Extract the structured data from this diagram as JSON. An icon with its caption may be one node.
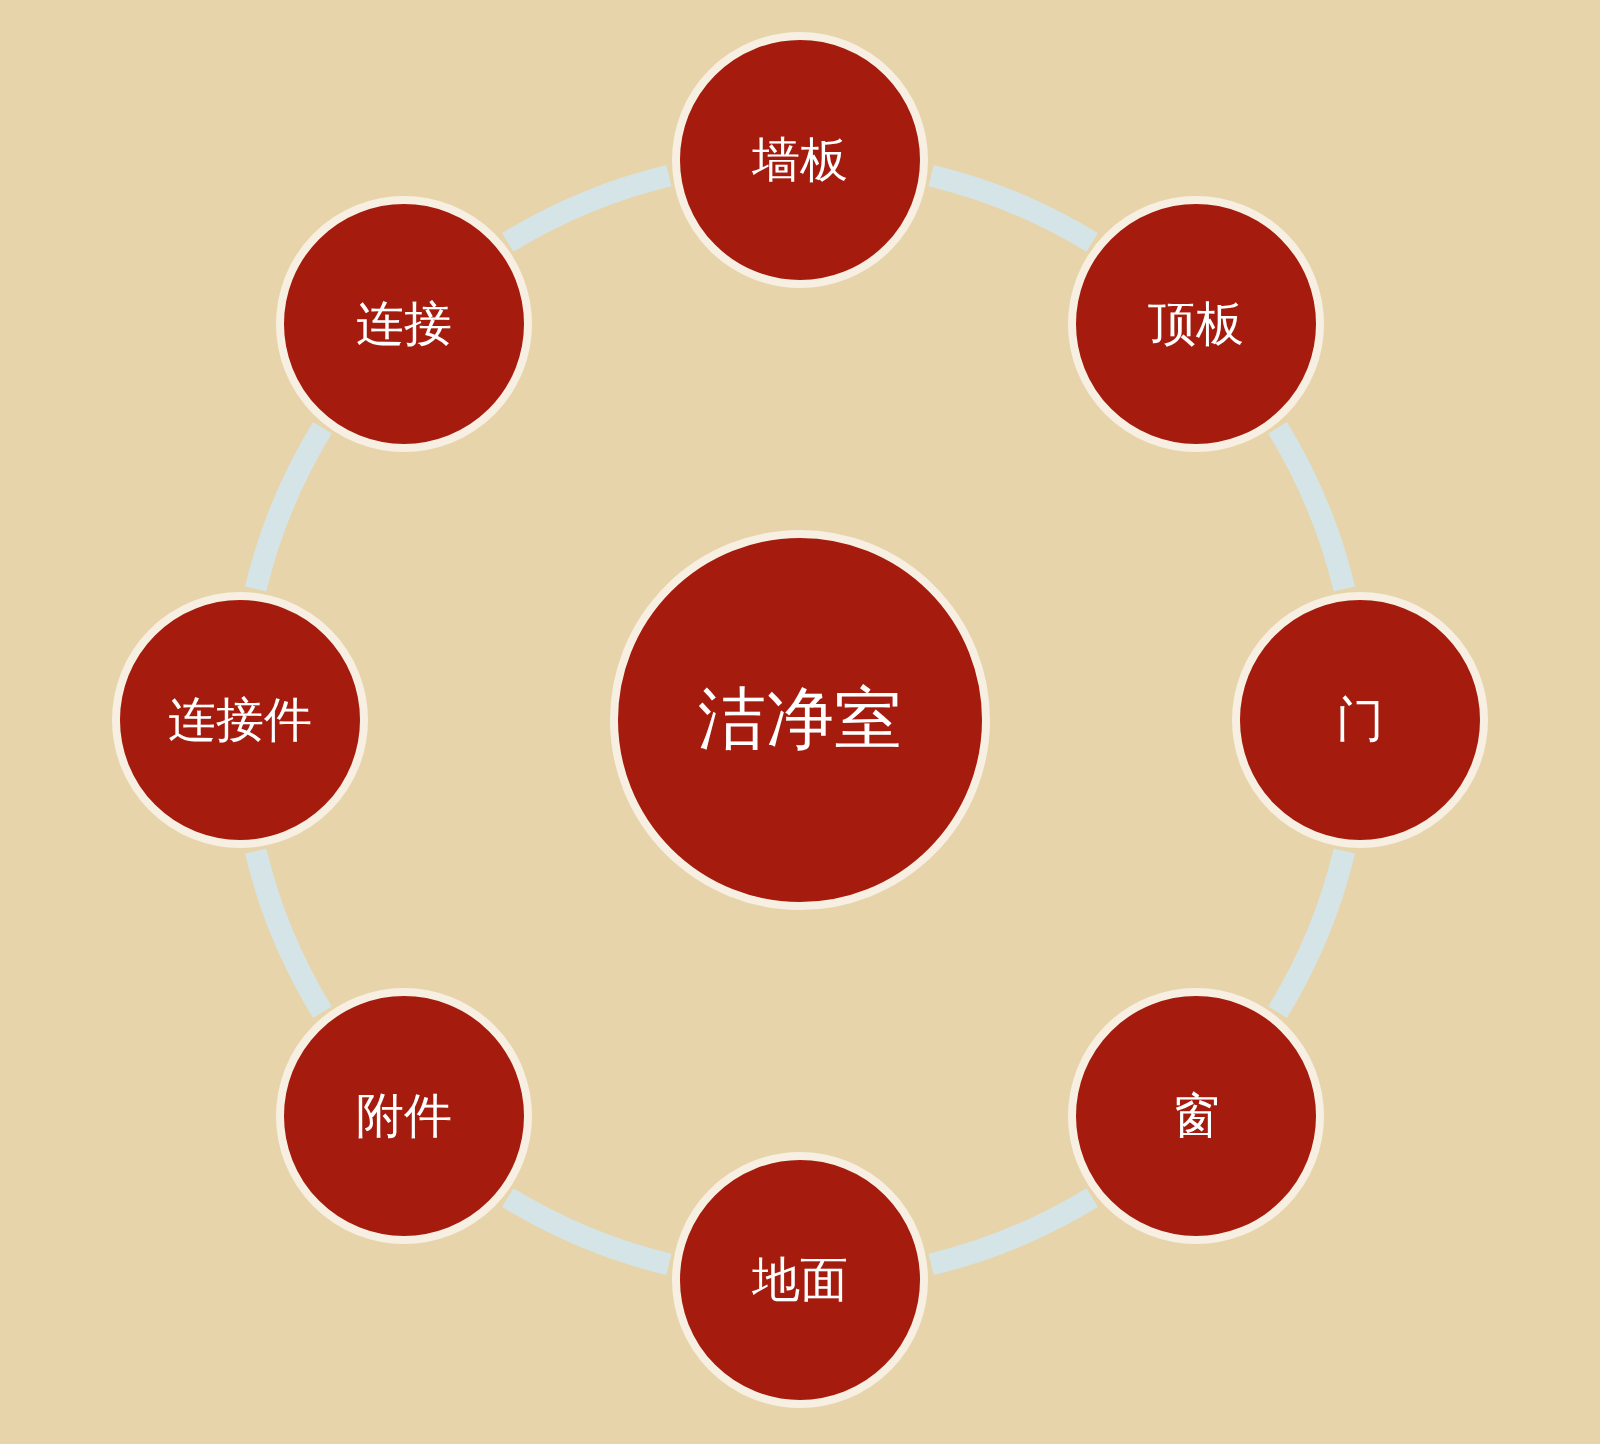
{
  "diagram": {
    "nodes": [
      {
        "text": [
          "洁净室"
        ]
      },
      {
        "text": [
          "墙板"
        ]
      },
      {
        "text": [
          "顶板"
        ]
      },
      {
        "text": [
          "门"
        ]
      },
      {
        "text": [
          "窗"
        ]
      },
      {
        "text": [
          "地面"
        ]
      },
      {
        "text": [
          "附件"
        ]
      },
      {
        "text": [
          "连接件"
        ]
      },
      {
        "text": [
          "连接"
        ]
      }
    ],
    "edges": [
      {
        "from": 1,
        "to": 2,
        "arrow": "none"
      },
      {
        "from": 2,
        "to": 3,
        "arrow": "none"
      },
      {
        "from": 3,
        "to": 4,
        "arrow": "none"
      },
      {
        "from": 4,
        "to": 5,
        "arrow": "none"
      },
      {
        "from": 5,
        "to": 6,
        "arrow": "none"
      },
      {
        "from": 6,
        "to": 7,
        "arrow": "none"
      },
      {
        "from": 7,
        "to": 8,
        "arrow": "none"
      },
      {
        "from": 8,
        "to": 1,
        "arrow": "none"
      }
    ]
  }
}
